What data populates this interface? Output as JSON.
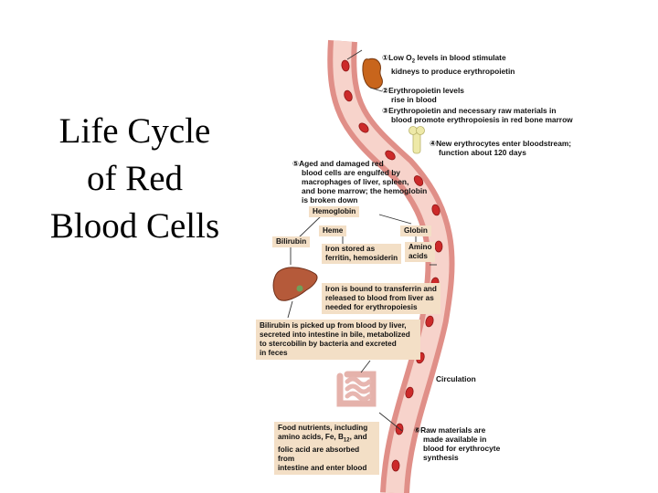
{
  "title_lines": [
    "Life Cycle",
    "of Red",
    "Blood Cells"
  ],
  "steps": {
    "s1": {
      "num": "①",
      "text_a": "Low O",
      "sub": "2",
      "text_b": " levels in blood stimulate",
      "text_c": "kidneys to produce erythropoietin"
    },
    "s2": {
      "num": "②",
      "line1": "Erythropoietin levels",
      "line2": "rise in blood"
    },
    "s3": {
      "num": "③",
      "line1": "Erythropoietin and necessary raw materials in",
      "line2": "blood promote erythropoiesis in red bone marrow"
    },
    "s4": {
      "num": "④",
      "line1": "New erythrocytes enter bloodstream;",
      "line2": "function about 120 days"
    },
    "s5": {
      "num": "⑤",
      "line1": "Aged and damaged red",
      "line2": "blood cells are engulfed by",
      "line3": "macrophages of liver, spleen,",
      "line4": "and bone marrow; the hemoglobin",
      "line5": "is broken down"
    },
    "s6": {
      "num": "⑥",
      "line1": "Raw materials are",
      "line2": "made available in",
      "line3": "blood for erythrocyte",
      "line4": "synthesis"
    }
  },
  "labels": {
    "hemoglobin": "Hemoglobin",
    "heme": "Heme",
    "globin": "Globin",
    "bilirubin": "Bilirubin",
    "amino_acids_1": "Amino",
    "amino_acids_2": "acids",
    "iron_stored_1": "Iron stored as",
    "iron_stored_2": "ferritin, hemosiderin",
    "circulation": "Circulation"
  },
  "boxes": {
    "iron_transferrin": [
      "Iron is bound to transferrin and",
      "released to blood from liver as",
      "needed for erythropoiesis"
    ],
    "bilirubin_box": [
      "Bilirubin is picked up from blood by liver,",
      "secreted into intestine in bile, metabolized",
      "to stercobilin by bacteria and excreted",
      "in feces"
    ],
    "food_nutrients": {
      "l1": "Food nutrients, including",
      "l2a": "amino acids, Fe, B",
      "l2sub": "12",
      "l2b": ", and",
      "l3": "folic acid are absorbed from",
      "l4": "intestine and enter blood"
    }
  },
  "colors": {
    "vessel_wall": "#e8a29b",
    "vessel_lumen": "#f6cfc6",
    "rbc": "#cc2a2a",
    "label_box": "#f3dfc6",
    "kidney": "#c8651c",
    "liver": "#b55a3a",
    "bone_marrow": "#eee9a8",
    "intestine": "#e7b6b0"
  },
  "icons": [
    "kidney-icon",
    "liver-icon",
    "bone-marrow-icon",
    "intestine-icon"
  ]
}
